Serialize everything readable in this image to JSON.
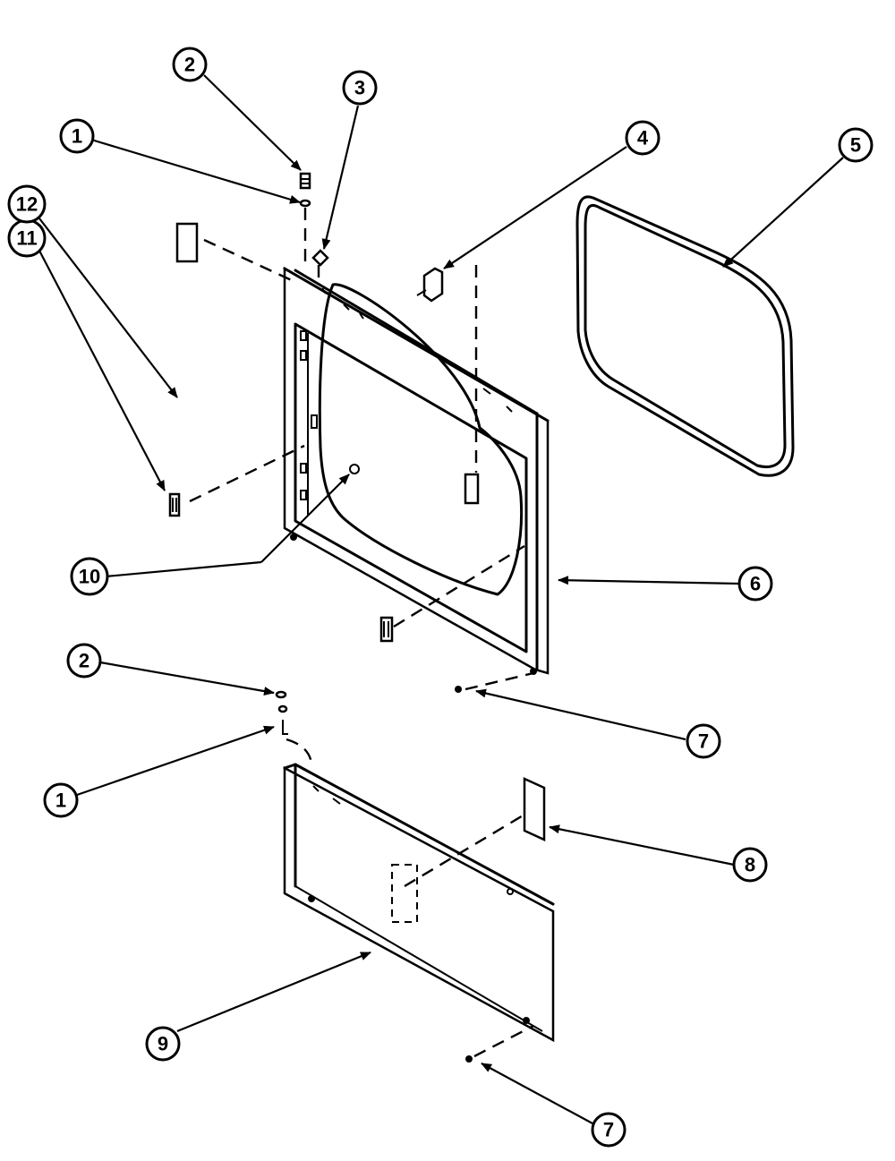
{
  "callouts": [
    {
      "number": "1"
    },
    {
      "number": "2"
    },
    {
      "number": "3"
    },
    {
      "number": "4"
    },
    {
      "number": "5"
    },
    {
      "number": "6"
    },
    {
      "number": "7"
    },
    {
      "number": "8"
    },
    {
      "number": "9"
    },
    {
      "number": "10"
    },
    {
      "number": "11"
    },
    {
      "number": "12"
    },
    {
      "number": "2"
    },
    {
      "number": "1"
    },
    {
      "number": "7"
    }
  ]
}
